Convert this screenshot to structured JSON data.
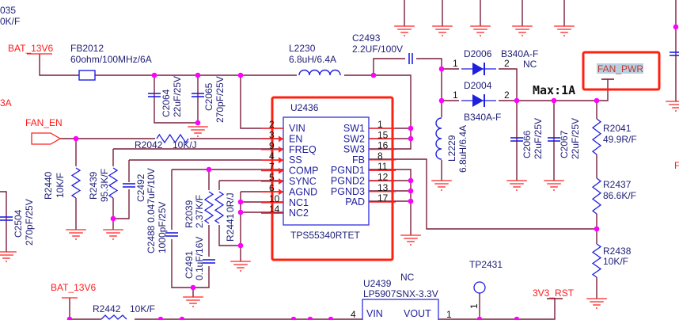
{
  "colors": {
    "wire": "#7a1f3d",
    "pin_stub": "#ff2020",
    "component": "#1f1fe0",
    "text": "#1e1e78",
    "net_label": "#ff1a1a",
    "junction": "#ff00ff",
    "highlight_box": "#ff2010",
    "selection_bg": "#b9d0e3"
  },
  "nets": {
    "bat_top": "BAT_13V6",
    "fan_en": "FAN_EN",
    "fan_pwr": "FAN_PWR",
    "bat_bottom": "BAT_13V6",
    "rst": "3V3_RST",
    "left_partial": "3A",
    "right_partial": "F"
  },
  "partial_top_left": {
    "ref": "035",
    "value": "0K/F"
  },
  "annotation": "Max:1A",
  "components": {
    "fb2012": {
      "ref": "FB2012",
      "value": "60ohm/100MHz/6A"
    },
    "l2230": {
      "ref": "L2230",
      "value": "6.8uH/6.4A"
    },
    "c2493": {
      "ref": "C2493",
      "value": "2.2UF/100V"
    },
    "c2064": {
      "ref": "C2064",
      "value": "22uF/25V"
    },
    "c2065": {
      "ref": "C2065",
      "value": "270pF/25V"
    },
    "r2042": {
      "ref": "R2042",
      "value": "10K/J"
    },
    "r2440": {
      "ref": "R2440",
      "value": "10K/F"
    },
    "r2439": {
      "ref": "R2439",
      "value": "95.3K/F"
    },
    "c2492": {
      "ref": "C2492",
      "value": "0.047uF/10V"
    },
    "c2488": {
      "ref": "C2488",
      "value": "1000pF/25V"
    },
    "r2039": {
      "ref": "R2039",
      "value": "2.37K/F"
    },
    "r2441": {
      "ref": "R2441",
      "value": "0R/J"
    },
    "c2491": {
      "ref": "C2491",
      "value": "0.1uF/16V"
    },
    "c2504": {
      "ref": "C2504",
      "value": "270pF/25V"
    },
    "d2006": {
      "ref": "D2006",
      "value": "B340A-F",
      "note": "NC",
      "pin1": "1",
      "pin2": "2"
    },
    "d2004": {
      "ref": "D2004",
      "value": "B340A-F",
      "pin1": "1",
      "pin2": "2"
    },
    "l2229": {
      "ref": "L2229",
      "value": "6.8uH/6.4A"
    },
    "c2066": {
      "ref": "C2066",
      "value": "22uF/25V"
    },
    "c2067": {
      "ref": "C2067",
      "value": "22uF/25V"
    },
    "r2041": {
      "ref": "R2041",
      "value": "49.9R/F"
    },
    "r2437": {
      "ref": "R2437",
      "value": "86.6K/F"
    },
    "r2438": {
      "ref": "R2438",
      "value": "10K/F"
    },
    "r2442": {
      "ref": "R2442",
      "value": "10K/F"
    },
    "tp2431": {
      "ref": "TP2431",
      "pin": "1"
    }
  },
  "u2436": {
    "ref": "U2436",
    "part": "TPS55340RTET",
    "left_pins": [
      {
        "num": "2",
        "name": "VIN"
      },
      {
        "num": "3",
        "name": "EN"
      },
      {
        "num": "9",
        "name": "FREQ"
      },
      {
        "num": "4",
        "name": "SS"
      },
      {
        "num": "7",
        "name": "COMP"
      },
      {
        "num": "5",
        "name": "SYNC"
      },
      {
        "num": "6",
        "name": "AGND"
      },
      {
        "num": "10",
        "name": "NC1"
      },
      {
        "num": "14",
        "name": "NC2"
      }
    ],
    "right_pins": [
      {
        "num": "1",
        "name": "SW1"
      },
      {
        "num": "15",
        "name": "SW2"
      },
      {
        "num": "16",
        "name": "SW3"
      },
      {
        "num": "8",
        "name": "FB"
      },
      {
        "num": "11",
        "name": "PGND1"
      },
      {
        "num": "12",
        "name": "PGND2"
      },
      {
        "num": "13",
        "name": "PGND3"
      },
      {
        "num": "17",
        "name": "PAD"
      }
    ]
  },
  "u2439": {
    "ref": "U2439",
    "part": "LP5907SNX-3.3V",
    "note": "NC",
    "pin_vin": "VIN",
    "pin_vout": "VOUT",
    "pin4": "4",
    "pin1": "1"
  }
}
